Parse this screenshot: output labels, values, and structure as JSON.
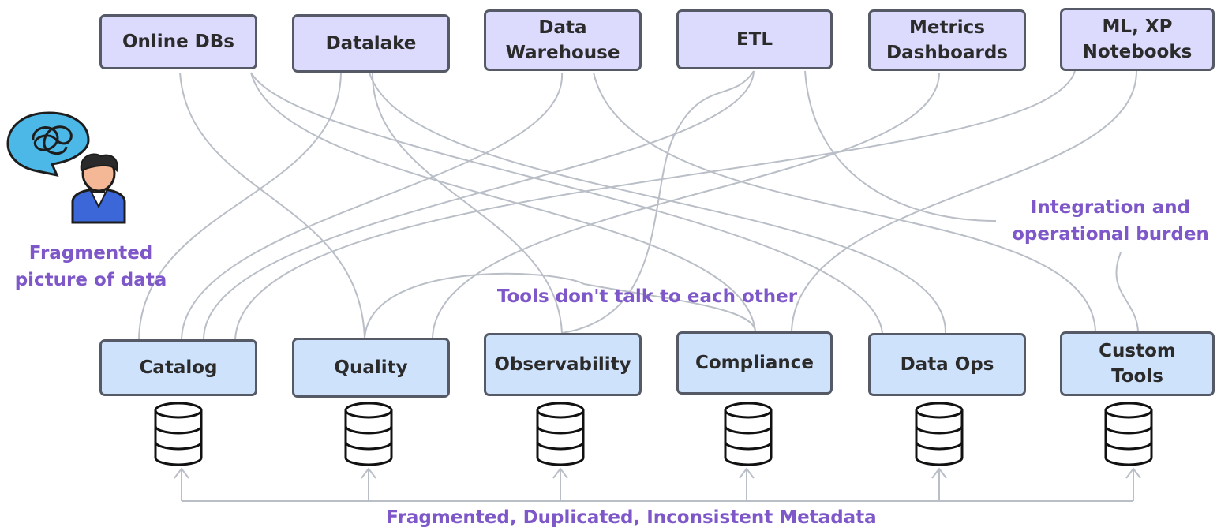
{
  "sources": [
    {
      "id": "online-dbs",
      "label": "Online DBs"
    },
    {
      "id": "datalake",
      "label": "Datalake"
    },
    {
      "id": "data-warehouse",
      "label": "Data\nWarehouse"
    },
    {
      "id": "etl",
      "label": "ETL"
    },
    {
      "id": "metrics-dashboards",
      "label": "Metrics\nDashboards"
    },
    {
      "id": "ml-xp-notebooks",
      "label": "ML, XP\nNotebooks"
    }
  ],
  "tools": [
    {
      "id": "catalog",
      "label": "Catalog"
    },
    {
      "id": "quality",
      "label": "Quality"
    },
    {
      "id": "observability",
      "label": "Observability"
    },
    {
      "id": "compliance",
      "label": "Compliance"
    },
    {
      "id": "data-ops",
      "label": "Data Ops"
    },
    {
      "id": "custom-tools",
      "label": "Custom\nTools"
    }
  ],
  "annotations": {
    "fragmented_picture": "Fragmented\npicture of data",
    "integration_burden": "Integration and\noperational burden",
    "tools_dont_talk": "Tools don't talk to each other",
    "metadata": "Fragmented, Duplicated, Inconsistent Metadata"
  },
  "icons": {
    "tool_storage": "database-icon",
    "person": "user-icon",
    "thought": "tangled-thought-bubble-icon",
    "arrow": "arrow-up-icon"
  },
  "colors": {
    "source_fill": "#dddbfd",
    "tool_fill": "#cfe2fb",
    "border": "#555a66",
    "connector": "#b9bec7",
    "annotation_text": "#7e57c9"
  }
}
